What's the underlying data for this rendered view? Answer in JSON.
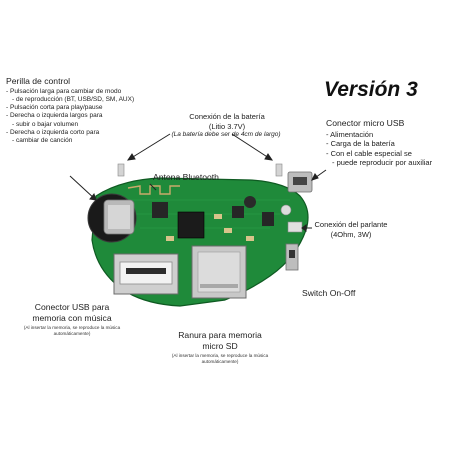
{
  "version_title": "Versión 3",
  "knob": {
    "title": "Perilla de control",
    "items": [
      "Pulsación larga para cambiar de modo",
      "de reproducción (BT, USB/SD, SM, AUX)",
      "Pulsación corta para play/pause",
      "Derecha o izquierda largos para",
      "subir o bajar volumen",
      "Derecha o izquierda corto para",
      "cambiar de canción"
    ]
  },
  "battery": {
    "title": "Conexión de la batería",
    "spec": "(Litio 3.7V)",
    "note": "(La batería debe ser de 4cm de largo)"
  },
  "micro_usb": {
    "title": "Conector micro USB",
    "items": [
      "Alimentación",
      "Carga de la batería",
      "Con el cable especial se",
      "puede reproducir por auxiliar"
    ]
  },
  "antenna": {
    "label": "Antena Bluetooth"
  },
  "speaker": {
    "title": "Conexión del parlante",
    "spec": "(4Ohm, 3W)"
  },
  "switch": {
    "label": "Switch On-Off"
  },
  "usb": {
    "title_line1": "Conector USB para",
    "title_line2": "memoria con música",
    "note_line1": "(Al insertar la memoria, se reproduce la música",
    "note_line2": "automáticamente)"
  },
  "sd": {
    "title_line1": "Ranura para memoria",
    "title_line2": "micro SD",
    "note_line1": "(Al insertar la memoria, se reproduce la música",
    "note_line2": "automáticamente)"
  },
  "colors": {
    "pcb": "#1f8a3a",
    "pcb_dark": "#146b2a",
    "silver": "#c9c9c9",
    "chip": "#1b1b1b"
  }
}
